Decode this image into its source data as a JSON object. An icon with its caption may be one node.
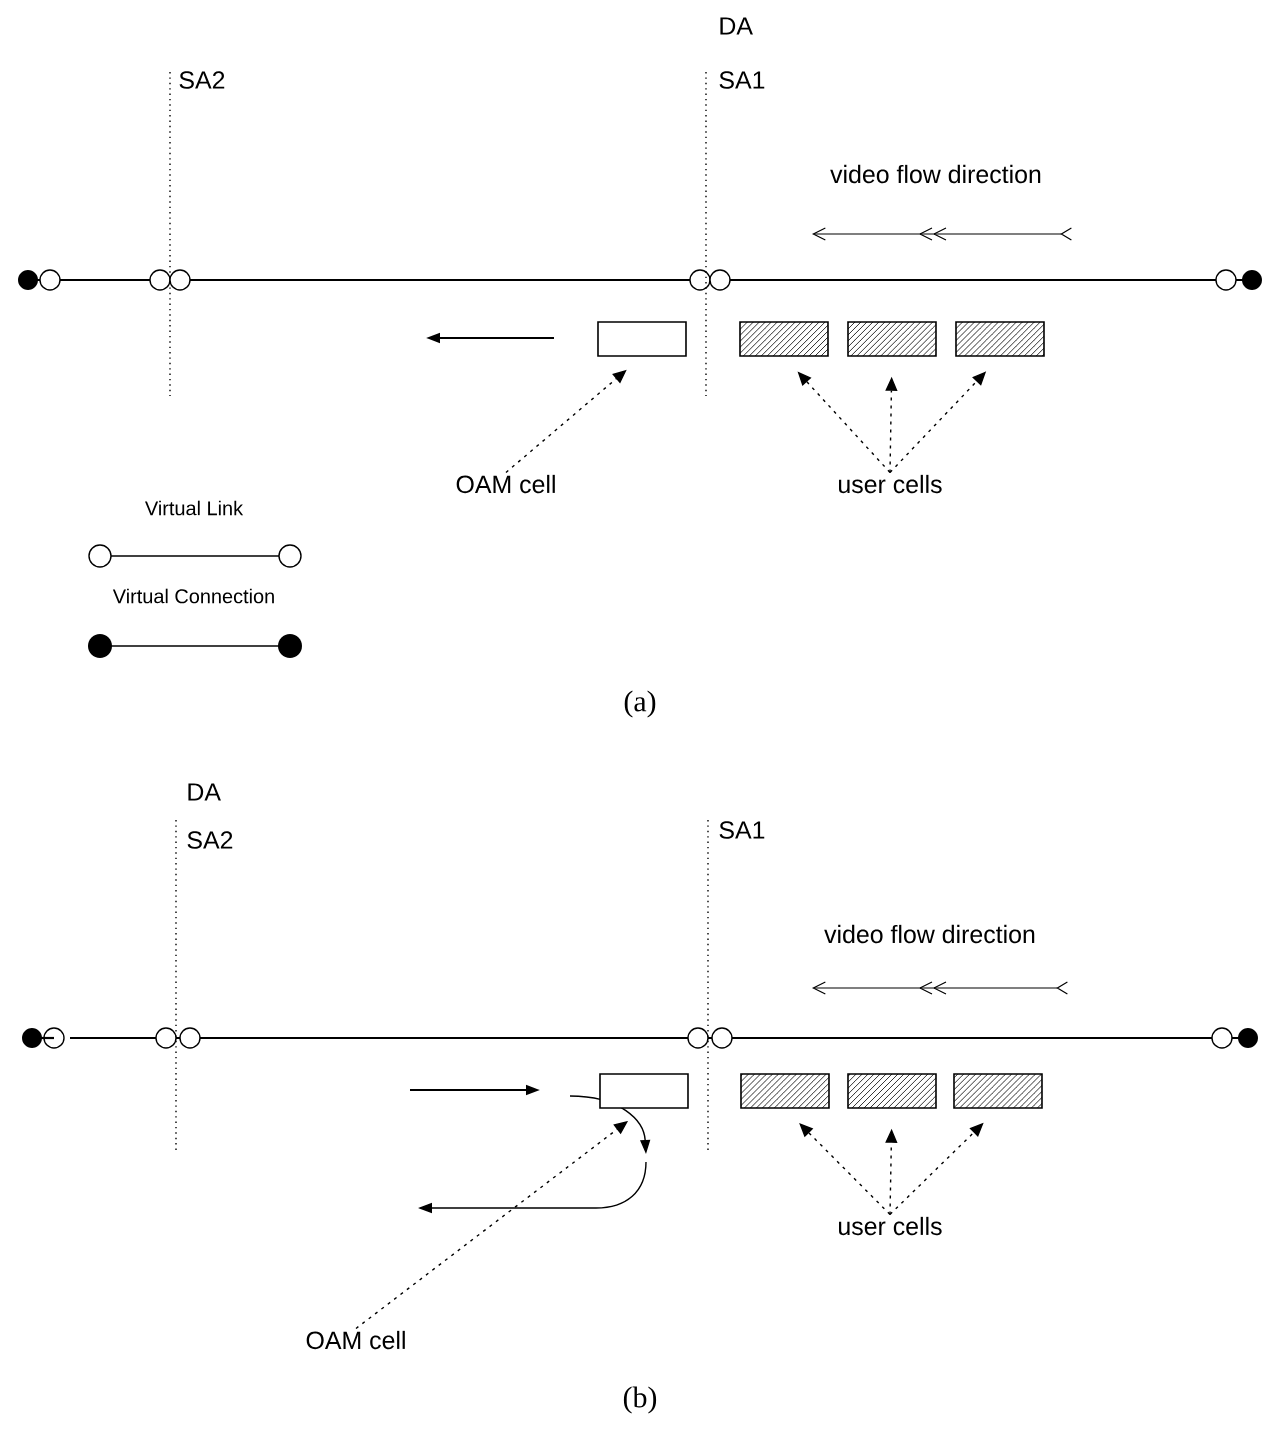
{
  "diagram": {
    "nodes": [
      {
        "text": [],
        "shape": "box"
      },
      {
        "text": [],
        "shape": "box"
      },
      {
        "text": [],
        "shape": "box"
      },
      {
        "text": [],
        "shape": "box"
      },
      {
        "text": [
          "OAM cell"
        ]
      },
      {
        "text": [
          "user cells"
        ]
      },
      {
        "text": [],
        "shape": "box"
      },
      {
        "text": [],
        "shape": "box"
      },
      {
        "text": [],
        "shape": "box"
      },
      {
        "text": [],
        "shape": "box"
      },
      {
        "text": [
          "OAM cell"
        ]
      },
      {
        "text": [
          "user cells"
        ]
      }
    ],
    "edges": [
      {
        "from": 4,
        "to": 0,
        "arrow": "to",
        "style": "dashed"
      },
      {
        "from": 5,
        "to": 1,
        "arrow": "to",
        "style": "dashed"
      },
      {
        "from": 5,
        "to": 2,
        "arrow": "to",
        "style": "dashed"
      },
      {
        "from": 5,
        "to": 3,
        "arrow": "to",
        "style": "dashed"
      },
      {
        "from": 10,
        "to": 6,
        "arrow": "to",
        "style": "dashed"
      },
      {
        "from": 11,
        "to": 7,
        "arrow": "to",
        "style": "dashed"
      },
      {
        "from": 11,
        "to": 8,
        "arrow": "to",
        "style": "dashed"
      },
      {
        "from": 11,
        "to": 9,
        "arrow": "to",
        "style": "dashed"
      }
    ],
    "labels": [
      "DA",
      "SA2",
      "SA1",
      "video flow direction",
      "(a)",
      "DA",
      "SA2",
      "SA1",
      "video flow direction",
      "(b)"
    ],
    "legend": [
      {
        "text": "Virtual Link"
      },
      {
        "text": "Virtual Connection"
      }
    ]
  }
}
